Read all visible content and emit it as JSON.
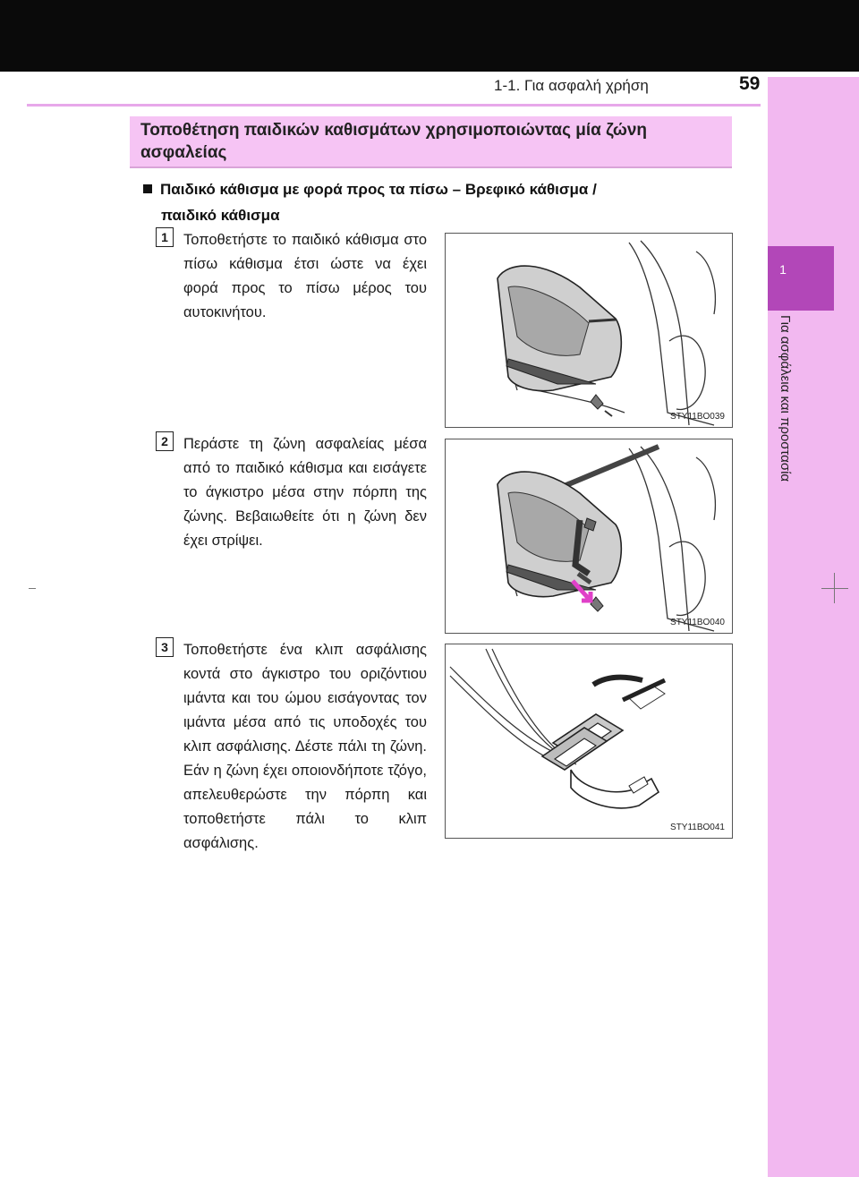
{
  "header": {
    "section_ref": "1-1. Για ασφαλή χρήση",
    "page_number": "59"
  },
  "side_tab": {
    "chapter_number": "1",
    "chapter_title": "Για ασφάλεια και προστασία"
  },
  "section": {
    "title": "Τοποθέτηση παιδικών καθισμάτων χρησιμοποιώντας μία ζώνη ασφαλείας"
  },
  "subheading": {
    "line1": "Παιδικό κάθισμα με φορά προς τα πίσω – Βρεφικό κάθισμα /",
    "line2": "παιδικό κάθισμα"
  },
  "steps": [
    {
      "number": "1",
      "text": "Τοποθετήστε το παιδικό κάθισμα στο πίσω κάθισμα έτσι ώστε να έχει φορά προς το πίσω μέρος του αυτοκινήτου.",
      "image_code": "STY11BO039"
    },
    {
      "number": "2",
      "text": "Περάστε τη ζώνη ασφαλείας μέσα από το παιδικό κάθισμα και εισάγετε το άγκιστρο μέσα στην πόρπη της ζώνης. Βεβαιωθείτε ότι η ζώνη δεν έχει στρίψει.",
      "image_code": "STY11BO040"
    },
    {
      "number": "3",
      "text": "Τοποθετήστε ένα κλιπ ασφάλισης κοντά στο άγκιστρο του οριζόντιου ιμάντα και του ώμου εισάγοντας τον ιμάντα μέσα από τις υποδοχές του κλιπ ασφάλισης. Δέστε πάλι τη ζώνη. Εάν η ζώνη έχει οποιονδήποτε τζόγο, απελευθερώστε την πόρπη και τοποθετήστε πάλι το κλιπ ασφάλισης.",
      "image_code": "STY11BO041"
    }
  ],
  "colors": {
    "section_box": "#f6c4f4",
    "side_tab": "#f2b8f0",
    "side_tab_accent": "#b247b8",
    "header_rule": "#e7a8ea",
    "arrow": "#e040c8"
  }
}
